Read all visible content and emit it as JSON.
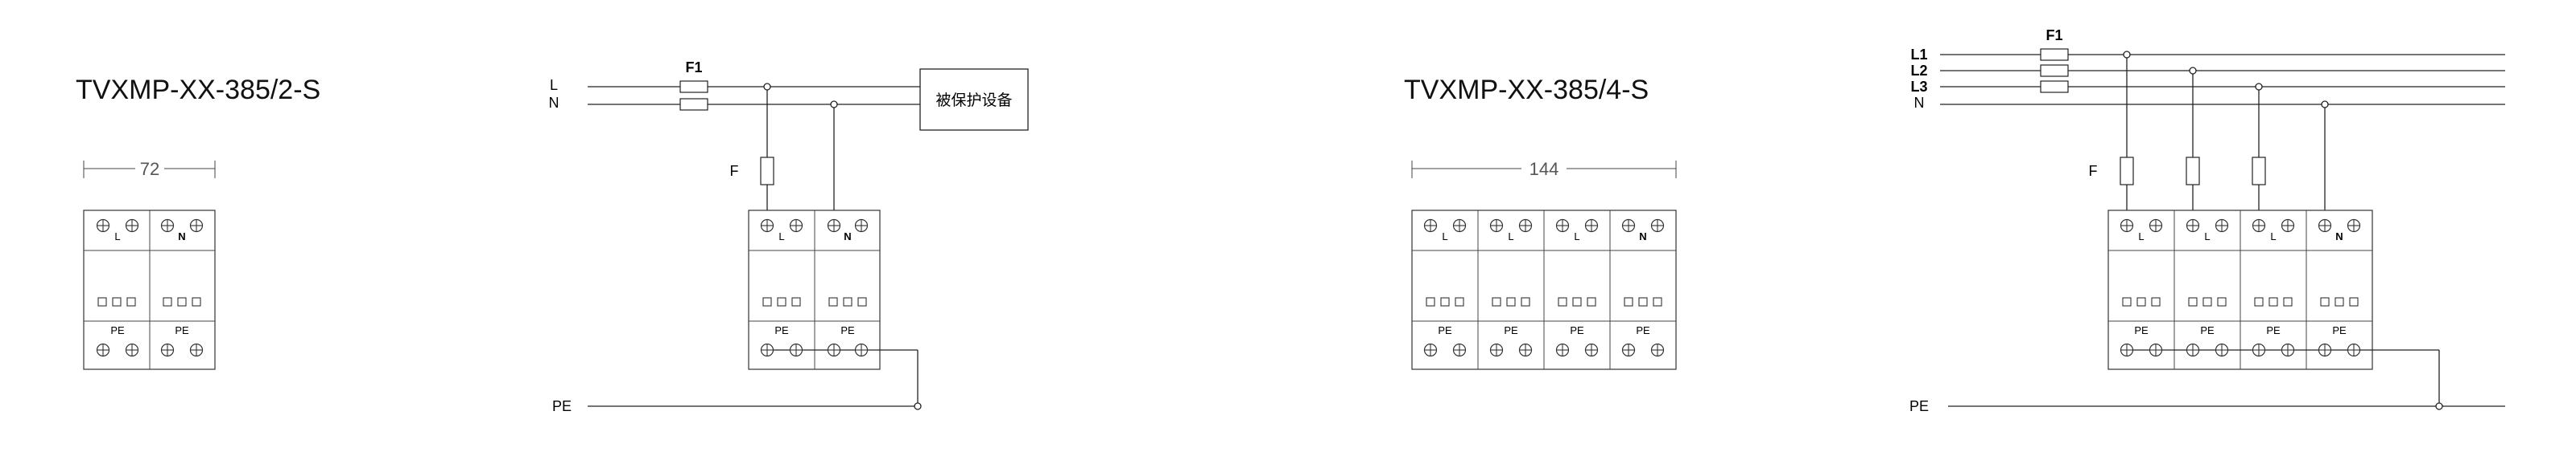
{
  "left": {
    "title": "TVXMP-XX-385/2-S",
    "dimension": "72",
    "module_labels": [
      "L",
      "N"
    ],
    "pe_label": "PE",
    "wiring": {
      "lines": [
        "L",
        "N"
      ],
      "fuse_main": "F1",
      "fuse_branch": "F",
      "equipment": "被保护设备",
      "pe": "PE"
    }
  },
  "right": {
    "title": "TVXMP-XX-385/4-S",
    "dimension": "144",
    "module_labels": [
      "L",
      "L",
      "L",
      "N"
    ],
    "pe_label": "PE",
    "wiring": {
      "lines": [
        "L1",
        "L2",
        "L3",
        "N"
      ],
      "fuse_main": "F1",
      "fuse_branch": "F",
      "pe": "PE"
    }
  }
}
